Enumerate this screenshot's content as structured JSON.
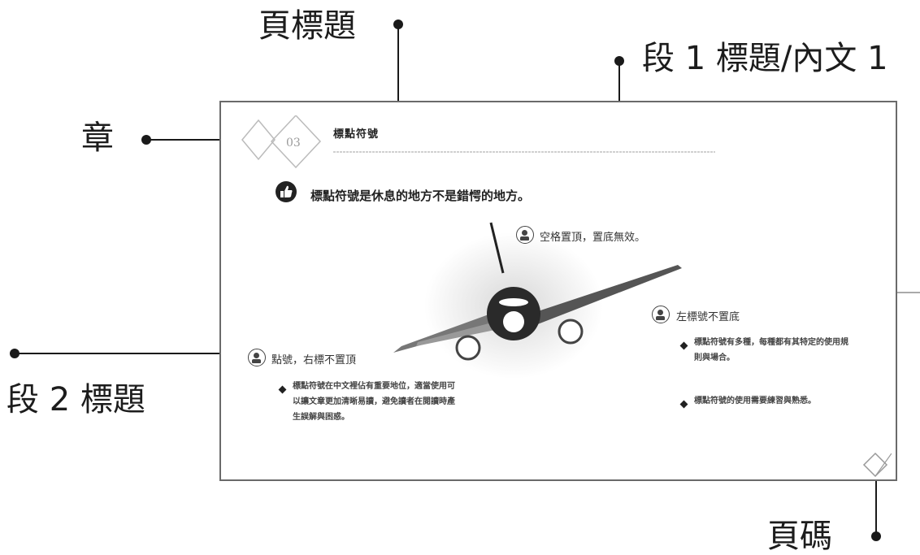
{
  "callouts": {
    "page_title": "頁標題",
    "section1": "段 1 標題/內文 1",
    "chapter": "章",
    "section2": "段 2 標題",
    "page_number": "頁碼"
  },
  "slide": {
    "chapter_number": "03",
    "title": "標點符號",
    "headline": "標點符號是休息的地方不是錯愕的地方。",
    "subtitles": {
      "top": "空格置頂，置底無效。",
      "right": "左標號不置底",
      "left": "點號，右標不置頂"
    },
    "body": {
      "left": "標點符號在中文裡佔有重要地位，適當使用可以讓文章更加清晰易讀，避免讀者在閱讀時產生誤解與困惑。",
      "right1": "標點符號有多種，每種都有其特定的使用規則與場合。",
      "right2": "標點符號的使用需要練習與熟悉。"
    }
  },
  "colors": {
    "frame": "#6a6a6a",
    "plane_body": "#2a2a2a",
    "connector": "#1a1a1a"
  }
}
